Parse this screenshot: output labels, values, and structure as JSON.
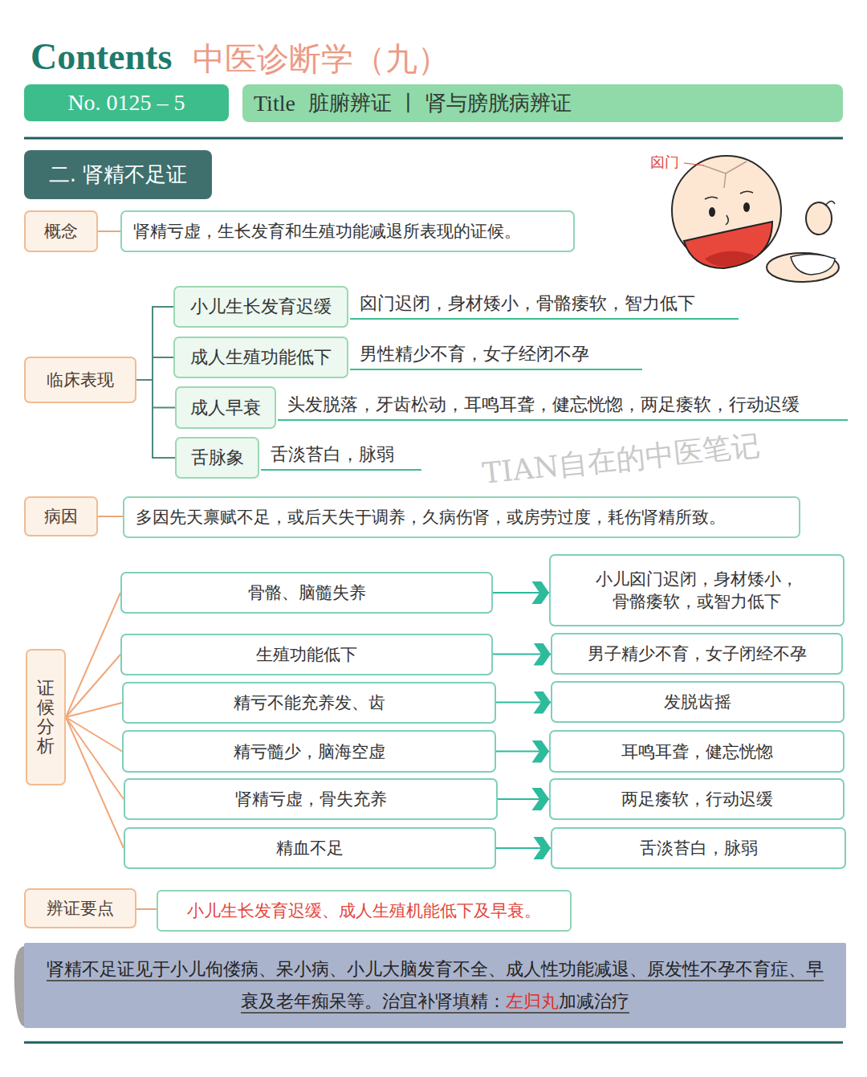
{
  "diagram": {
    "title": "中医诊断学（九）",
    "nodes": [
      {
        "text": [
          "No. 0125 – 5"
        ]
      },
      {
        "text": [
          "Title",
          "脏腑辨证 丨 肾与膀胱病辨证"
        ]
      },
      {
        "text": [
          "二. 肾精不足证"
        ]
      },
      {
        "text": [
          "概念"
        ]
      },
      {
        "text": [
          "肾精亏虚，生长发育和生殖功能减退所表现的证候。"
        ]
      },
      {
        "text": [
          "临床表现"
        ]
      },
      {
        "text": [
          "小儿生长发育迟缓"
        ]
      },
      {
        "text": [
          "成人生殖功能低下"
        ]
      },
      {
        "text": [
          "成人早衰"
        ]
      },
      {
        "text": [
          "舌脉象"
        ]
      },
      {
        "text": [
          "病因"
        ]
      },
      {
        "text": [
          "多因先天禀赋不足，或后天失于调养，久病伤肾，或房劳过度，耗伤肾精所致。"
        ]
      },
      {
        "text": [
          "证候分析"
        ]
      },
      {
        "text": [
          "骨骼、脑髓失养"
        ]
      },
      {
        "text": [
          "小儿囟门迟闭，身材矮小， 骨骼痿软，或智力低下"
        ]
      },
      {
        "text": [
          "生殖功能低下"
        ]
      },
      {
        "text": [
          "男子精少不育，女子闭经不孕"
        ]
      },
      {
        "text": [
          "精亏不能充养发、齿"
        ]
      },
      {
        "text": [
          "发脱齿摇"
        ]
      },
      {
        "text": [
          "精亏髓少，脑海空虚"
        ]
      },
      {
        "text": [
          "耳鸣耳聋，健忘恍惚"
        ]
      },
      {
        "text": [
          "肾精亏虚，骨失充养"
        ]
      },
      {
        "text": [
          "两足痿软，行动迟缓"
        ]
      },
      {
        "text": [
          "精血不足"
        ]
      },
      {
        "text": [
          "舌淡苔白，脉弱"
        ]
      },
      {
        "text": [
          "辨证要点"
        ]
      },
      {
        "text": [
          "小儿生长发育迟缓、成人生殖机能低下及早衰。"
        ]
      },
      {
        "text": [
          "肾精不足证见于小儿佝偻病、呆小病、小儿大脑发育不全、成人性功能减退、原发性不孕不育症、早衰及老年痴呆等。治宜补肾填精：",
          "左归丸",
          "加减治疗"
        ]
      }
    ],
    "edges": [
      {
        "from": 3,
        "to": 4,
        "arrow": "none"
      },
      {
        "from": 5,
        "to": 6,
        "arrow": "none"
      },
      {
        "from": 5,
        "to": 7,
        "arrow": "none"
      },
      {
        "from": 5,
        "to": 8,
        "arrow": "none"
      },
      {
        "from": 5,
        "to": 9,
        "arrow": "none"
      },
      {
        "from": 10,
        "to": 11,
        "arrow": "none"
      },
      {
        "from": 12,
        "to": 13,
        "arrow": "none"
      },
      {
        "from": 12,
        "to": 15,
        "arrow": "none"
      },
      {
        "from": 12,
        "to": 17,
        "arrow": "none"
      },
      {
        "from": 12,
        "to": 19,
        "arrow": "none"
      },
      {
        "from": 12,
        "to": 21,
        "arrow": "none"
      },
      {
        "from": 12,
        "to": 23,
        "arrow": "none"
      },
      {
        "from": 13,
        "to": 14,
        "arrow": "to"
      },
      {
        "from": 15,
        "to": 16,
        "arrow": "to"
      },
      {
        "from": 17,
        "to": 18,
        "arrow": "to"
      },
      {
        "from": 19,
        "to": 20,
        "arrow": "to"
      },
      {
        "from": 21,
        "to": 22,
        "arrow": "to"
      },
      {
        "from": 23,
        "to": 24,
        "arrow": "to"
      },
      {
        "from": 25,
        "to": 26,
        "arrow": "none"
      }
    ],
    "labels": [
      "Contents",
      "囟门",
      "囟门迟闭，身材矮小，骨骼痿软，智力低下",
      "男性精少不育，女子经闭不孕",
      "头发脱落，牙齿松动，耳鸣耳聋，健忘恍惚，两足痿软，行动迟缓",
      "舌淡苔白，脉弱",
      "TIAN自在的中医笔记"
    ]
  }
}
